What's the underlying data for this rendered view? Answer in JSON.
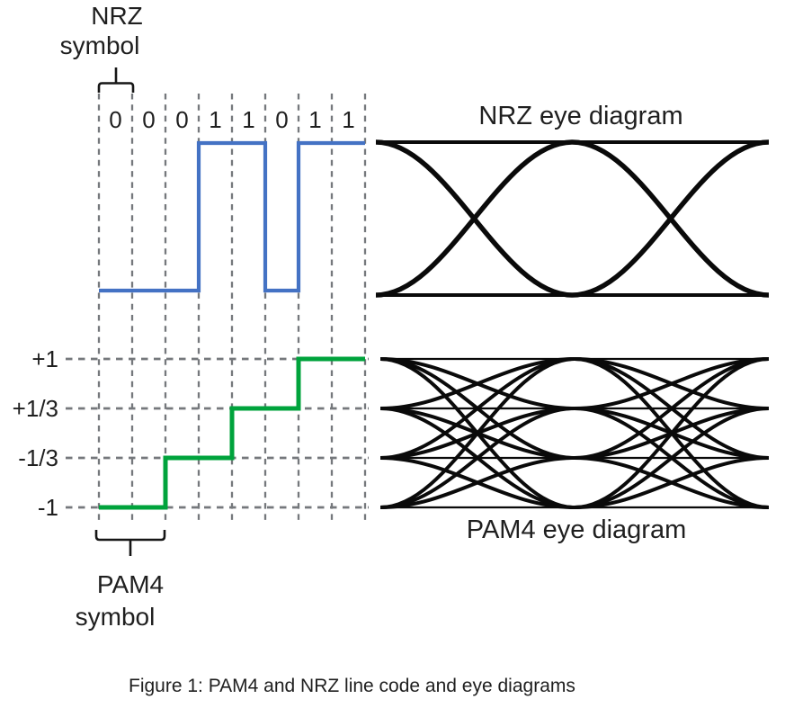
{
  "figure": {
    "nrz_symbol_label": {
      "line1": "NRZ",
      "line2": "symbol"
    },
    "pam4_symbol_label": {
      "line1": "PAM4",
      "line2": "symbol"
    },
    "nrz_eye_title": "NRZ eye diagram",
    "pam4_eye_title": "PAM4 eye diagram",
    "caption": "Figure 1: PAM4 and NRZ line code and eye diagrams"
  },
  "line_code": {
    "bits": [
      "0",
      "0",
      "0",
      "1",
      "1",
      "0",
      "1",
      "1"
    ],
    "pam4_level_labels": [
      "+1",
      "+1/3",
      "-1/3",
      "-1"
    ],
    "pam4_symbol_sequence": [
      "-1",
      "-1/3",
      "+1/3",
      "+1"
    ]
  },
  "colors": {
    "nrz_waveform": "#4472C4",
    "pam4_waveform": "#00A33C",
    "grid": "#75787C",
    "eye": "#0A0A0A",
    "brace": "#161616",
    "ink": "#1F1F1F"
  }
}
